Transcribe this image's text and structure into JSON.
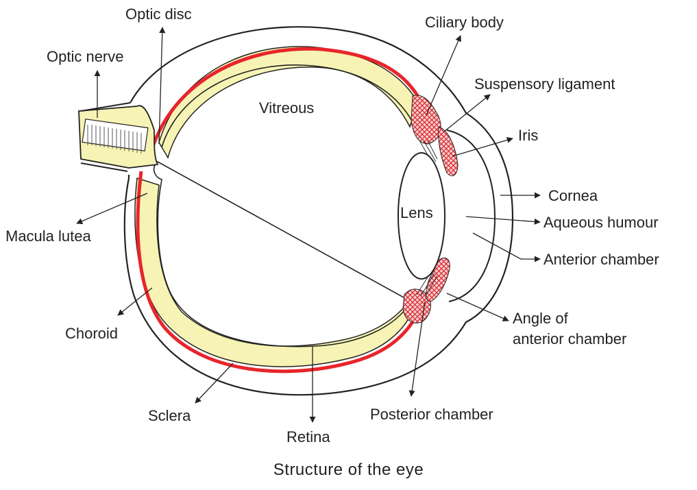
{
  "diagram": {
    "labels": {
      "optic_disc": "Optic disc",
      "optic_nerve": "Optic nerve",
      "ciliary_body": "Ciliary body",
      "suspensory_ligament": "Suspensory ligament",
      "vitreous": "Vitreous",
      "iris": "Iris",
      "cornea": "Cornea",
      "lens": "Lens",
      "aqueous_humour": "Aqueous humour",
      "macula_lutea": "Macula lutea",
      "anterior_chamber": "Anterior chamber",
      "angle_line1": "Angle of",
      "angle_line2": "anterior chamber",
      "choroid": "Choroid",
      "sclera": "Sclera",
      "posterior_chamber": "Posterior chamber",
      "retina": "Retina"
    },
    "caption": "Structure of the eye",
    "colors": {
      "retina_fill": "#f7f3b4",
      "choroid_line": "#e8252b",
      "ciliary_fill": "#f5c7c7",
      "outline": "#222222"
    }
  }
}
